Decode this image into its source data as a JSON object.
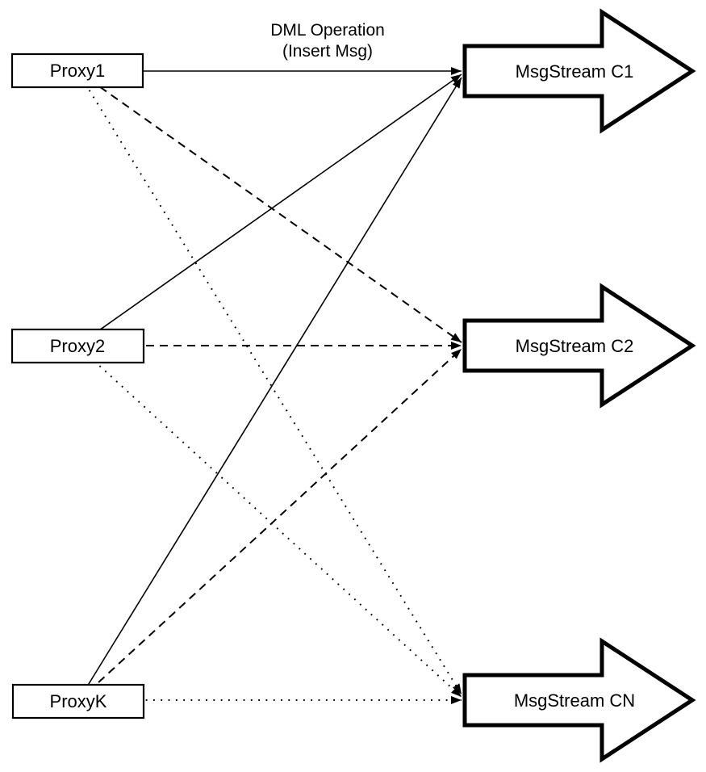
{
  "diagram": {
    "annotation": {
      "line1": "DML Operation",
      "line2": "(Insert Msg)"
    },
    "proxies": [
      {
        "label": "Proxy1"
      },
      {
        "label": "Proxy2"
      },
      {
        "label": "ProxyK"
      }
    ],
    "streams": [
      {
        "label": "MsgStream C1"
      },
      {
        "label": "MsgStream C2"
      },
      {
        "label": "MsgStream CN"
      }
    ],
    "edges": [
      {
        "from": "Proxy1",
        "to": "MsgStream C1",
        "style": "solid"
      },
      {
        "from": "Proxy1",
        "to": "MsgStream C2",
        "style": "dashed"
      },
      {
        "from": "Proxy1",
        "to": "MsgStream CN",
        "style": "dotted"
      },
      {
        "from": "Proxy2",
        "to": "MsgStream C1",
        "style": "solid"
      },
      {
        "from": "Proxy2",
        "to": "MsgStream C2",
        "style": "dashed"
      },
      {
        "from": "Proxy2",
        "to": "MsgStream CN",
        "style": "dotted"
      },
      {
        "from": "ProxyK",
        "to": "MsgStream C1",
        "style": "solid"
      },
      {
        "from": "ProxyK",
        "to": "MsgStream C2",
        "style": "dashed"
      },
      {
        "from": "ProxyK",
        "to": "MsgStream CN",
        "style": "dotted"
      }
    ],
    "colors": {
      "stroke": "#000000",
      "background": "#ffffff"
    }
  }
}
